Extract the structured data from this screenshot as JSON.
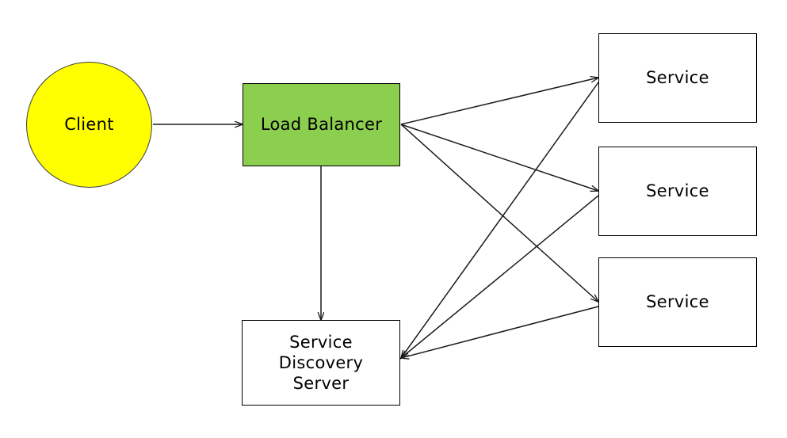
{
  "diagram": {
    "type": "architecture-flow-diagram",
    "background_color": "#ffffff",
    "edge_color": "#1a1a1a",
    "nodes": [
      {
        "id": "client",
        "label": "Client",
        "shape": "circle",
        "fill": "#ffff00",
        "stroke": "#3b3b3b"
      },
      {
        "id": "load-balancer",
        "label": "Load Balancer",
        "shape": "rectangle",
        "fill": "#8CCE4E",
        "stroke": "#000000"
      },
      {
        "id": "service-discovery",
        "label": "Service  Discovery\nServer",
        "shape": "rectangle",
        "fill": "#ffffff",
        "stroke": "#000000"
      },
      {
        "id": "service-1",
        "label": "Service",
        "shape": "rectangle",
        "fill": "#ffffff",
        "stroke": "#000000"
      },
      {
        "id": "service-2",
        "label": "Service",
        "shape": "rectangle",
        "fill": "#ffffff",
        "stroke": "#000000"
      },
      {
        "id": "service-3",
        "label": "Service",
        "shape": "rectangle",
        "fill": "#ffffff",
        "stroke": "#000000"
      }
    ],
    "edges": [
      {
        "id": "client-to-lb",
        "from": "client",
        "to": "load-balancer",
        "arrow": "end"
      },
      {
        "id": "lb-to-service-discovery",
        "from": "load-balancer",
        "to": "service-discovery",
        "arrow": "end"
      },
      {
        "id": "lb-to-service-1",
        "from": "load-balancer",
        "to": "service-1",
        "arrow": "end"
      },
      {
        "id": "lb-to-service-2",
        "from": "load-balancer",
        "to": "service-2",
        "arrow": "end"
      },
      {
        "id": "lb-to-service-3",
        "from": "load-balancer",
        "to": "service-3",
        "arrow": "end"
      },
      {
        "id": "service-1-to-service-discovery",
        "from": "service-1",
        "to": "service-discovery",
        "arrow": "end"
      },
      {
        "id": "service-2-to-service-discovery",
        "from": "service-2",
        "to": "service-discovery",
        "arrow": "end"
      },
      {
        "id": "service-3-to-service-discovery",
        "from": "service-3",
        "to": "service-discovery",
        "arrow": "end"
      }
    ]
  }
}
